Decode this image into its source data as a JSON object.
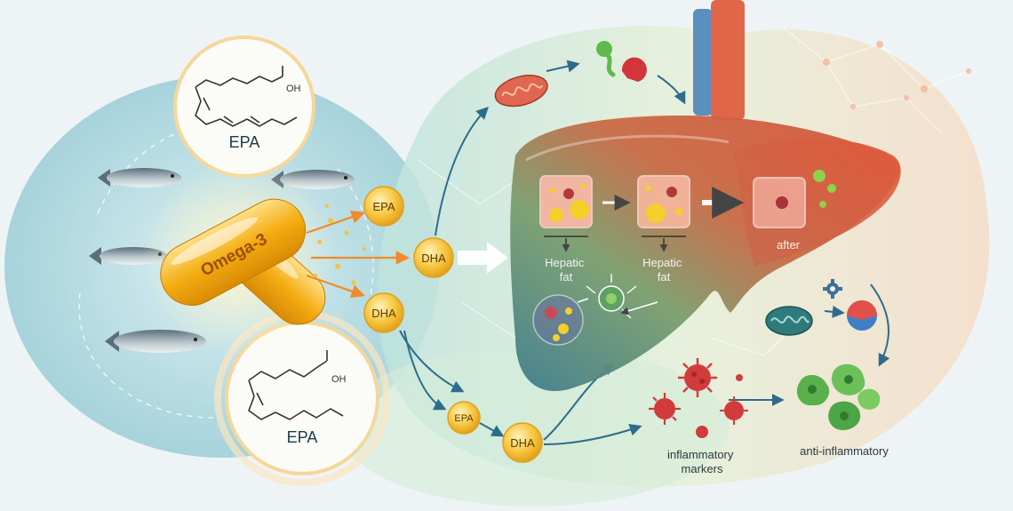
{
  "labels": {
    "capsule": "Omega-3",
    "top_molecule": "EPA",
    "bottom_molecule": "EPA",
    "node_epa_1": "EPA",
    "node_dha_1": "DHA",
    "node_dha_2": "DHA",
    "node_epa_2": "EPA",
    "node_dha_3": "DHA",
    "hepatic_fat_1": "Hepatic\nfat",
    "hepatic_fat_2": "Hepatic\nfat",
    "after": "after",
    "inflammatory": "inflammatory\nmarkers",
    "anti_inflammatory": "anti-inflammatory",
    "oh_top": "OH",
    "oh_bottom": "OH"
  },
  "colors": {
    "liver_red": "#d2573f",
    "liver_teal": "#4a9aa0",
    "capsule_gold": "#f3ad14",
    "virus_red": "#d23b3b",
    "immune_green": "#59b04d",
    "arrow_blue": "#2f6b8c",
    "arrow_orange": "#f08a2b"
  }
}
